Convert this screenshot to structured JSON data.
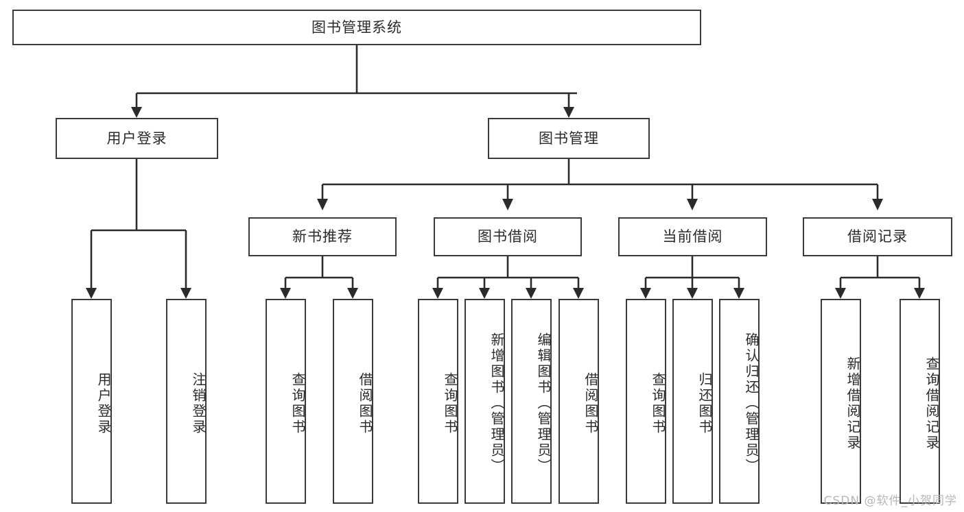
{
  "diagram": {
    "title_text": "图书管理系统",
    "type": "tree-hierarchy-diagram",
    "watermark": "CSDN @软件_小贺同学",
    "colors": {
      "box_border": "#3a3a3a",
      "box_fill": "#ffffff",
      "connector": "#2b2b2b",
      "text": "#2b2b2b",
      "watermark": "#b7b7b7",
      "background": "#ffffff"
    },
    "root": {
      "label": "图书管理系统"
    },
    "level2": [
      {
        "label": "用户登录"
      },
      {
        "label": "图书管理"
      }
    ],
    "level3": [
      {
        "label": "新书推荐"
      },
      {
        "label": "图书借阅"
      },
      {
        "label": "当前借阅"
      },
      {
        "label": "借阅记录"
      }
    ],
    "leaves": {
      "user_login": [
        {
          "label": "用户登录"
        },
        {
          "label": "注销登录"
        }
      ],
      "new_book": [
        {
          "label": "查询图书"
        },
        {
          "label": "借阅图书"
        }
      ],
      "book_borrow": [
        {
          "label": "查询图书"
        },
        {
          "label": "新增图书（管理员）"
        },
        {
          "label": "编辑图书（管理员）"
        },
        {
          "label": "借阅图书"
        }
      ],
      "current_borrow": [
        {
          "label": "查询图书"
        },
        {
          "label": "归还图书"
        },
        {
          "label": "确认归还（管理员）"
        }
      ],
      "borrow_record": [
        {
          "label": "新增借阅记录"
        },
        {
          "label": "查询借阅记录"
        }
      ]
    }
  }
}
